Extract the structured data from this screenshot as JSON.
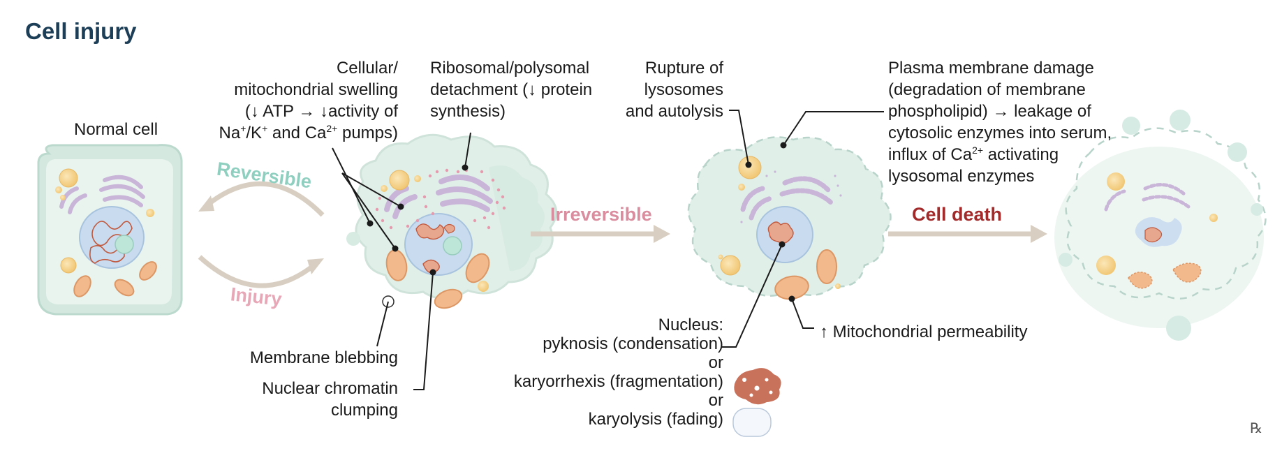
{
  "title": "Cell injury",
  "stages": {
    "normal_cell": "Normal cell"
  },
  "arrows": {
    "reversible": "Reversible",
    "injury": "Injury",
    "irreversible": "Irreversible",
    "cell_death": "Cell death"
  },
  "labels": {
    "swelling": {
      "line1": "Cellular/",
      "line2": "mitochondrial swelling",
      "line3": "(↓ ATP → ↓activity of",
      "line4_pre": "Na",
      "line4_sup1": "+",
      "line4_mid": "/K",
      "line4_sup2": "+",
      "line4_mid2": " and Ca",
      "line4_sup3": "2+",
      "line4_post": " pumps)"
    },
    "ribosomal": {
      "line1": "Ribosomal/polysomal",
      "line2": "detachment (↓ protein",
      "line3": "synthesis)"
    },
    "blebbing": "Membrane blebbing",
    "chromatin": {
      "line1": "Nuclear chromatin",
      "line2": "clumping"
    },
    "lysosomes": {
      "line1": "Rupture of",
      "line2": "lysosomes",
      "line3": "and autolysis"
    },
    "plasma": {
      "line1": "Plasma membrane damage",
      "line2": "(degradation of membrane",
      "line3": "phospholipid) → leakage of",
      "line4": "cytosolic enzymes into serum,",
      "line5_pre": "influx of Ca",
      "line5_sup": "2+",
      "line5_post": " activating",
      "line6": "lysosomal enzymes"
    },
    "nucleus": {
      "line1": "Nucleus:",
      "line2": "pyknosis (condensation)",
      "or1": "or",
      "line3": "karyorrhexis (fragmentation)",
      "or2": "or",
      "line4": "karyolysis (fading)"
    },
    "mitochondrial": "↑ Mitochondrial permeability"
  },
  "colors": {
    "title": "#1d3e57",
    "reversible": "#8fcfc0",
    "injury": "#e7a7b6",
    "irreversible": "#d98d9e",
    "cell_death": "#a32a2a",
    "arrow": "#d8cfc2",
    "cytoplasm": "#e4f1ec",
    "membrane": "#c9e2d9",
    "nucleus": "#c9dcef",
    "nucleolus": "#bde6d9",
    "golgi": "#c9b5d8",
    "mito": "#f2b98d",
    "vesicle": "#f6d48a",
    "chromatin": "#c0593e"
  },
  "footer_mark": "℞"
}
